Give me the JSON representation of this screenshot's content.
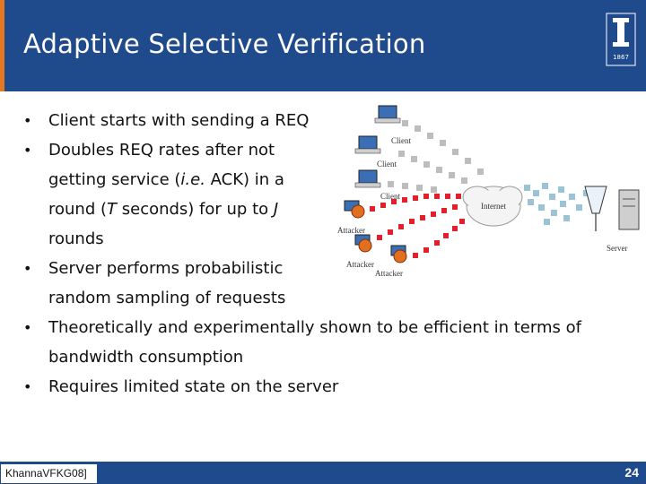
{
  "slide": {
    "title": "Adaptive Selective Verification",
    "logo_year": "1867",
    "bullets": [
      {
        "text": "Client starts with sending a REQ"
      },
      {
        "parts": [
          "Doubles REQ rates after not getting service (",
          "i.e.",
          " ACK) in a round (",
          "T",
          " seconds) for up to ",
          "J",
          " rounds"
        ]
      },
      {
        "text": "Server performs probabilistic random sampling of requests"
      },
      {
        "text": "Theoretically and experimentally shown to be efficient in terms of bandwidth consumption"
      },
      {
        "text": "Requires limited state on the server"
      }
    ],
    "footer_citation": "KhannaVFKG08]",
    "page_number": "24"
  },
  "diagram": {
    "labels": {
      "client1": "Client",
      "client2": "Client",
      "client3": "Client",
      "internet": "Internet",
      "server": "Server",
      "attacker1": "Attacker",
      "attacker2": "Attacker",
      "attacker3": "Attacker"
    },
    "colors": {
      "client_stream": "#bdbdbd",
      "attack_stream": "#e0202a",
      "queue": "#9ac3d6"
    }
  },
  "colors": {
    "header": "#1f4a8c",
    "accent": "#e87722"
  }
}
